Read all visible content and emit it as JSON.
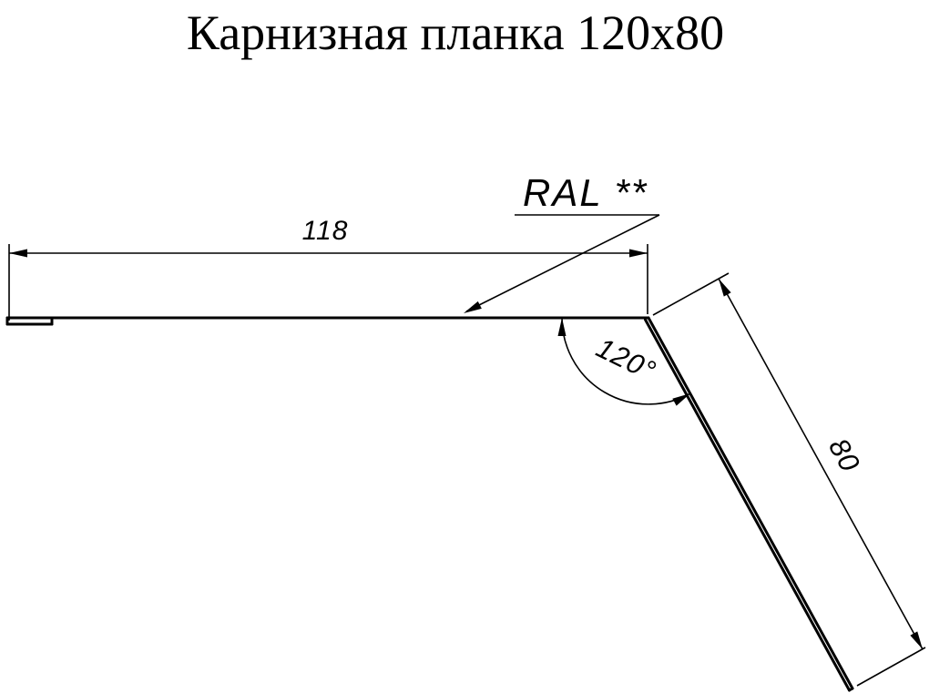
{
  "title": "Карнизная планка 120х80",
  "dimensions": {
    "length": "118",
    "angle": "120°",
    "flange": "80"
  },
  "labels": {
    "ral": "RAL **"
  },
  "colors": {
    "ink": "#000000",
    "background": "#ffffff"
  }
}
